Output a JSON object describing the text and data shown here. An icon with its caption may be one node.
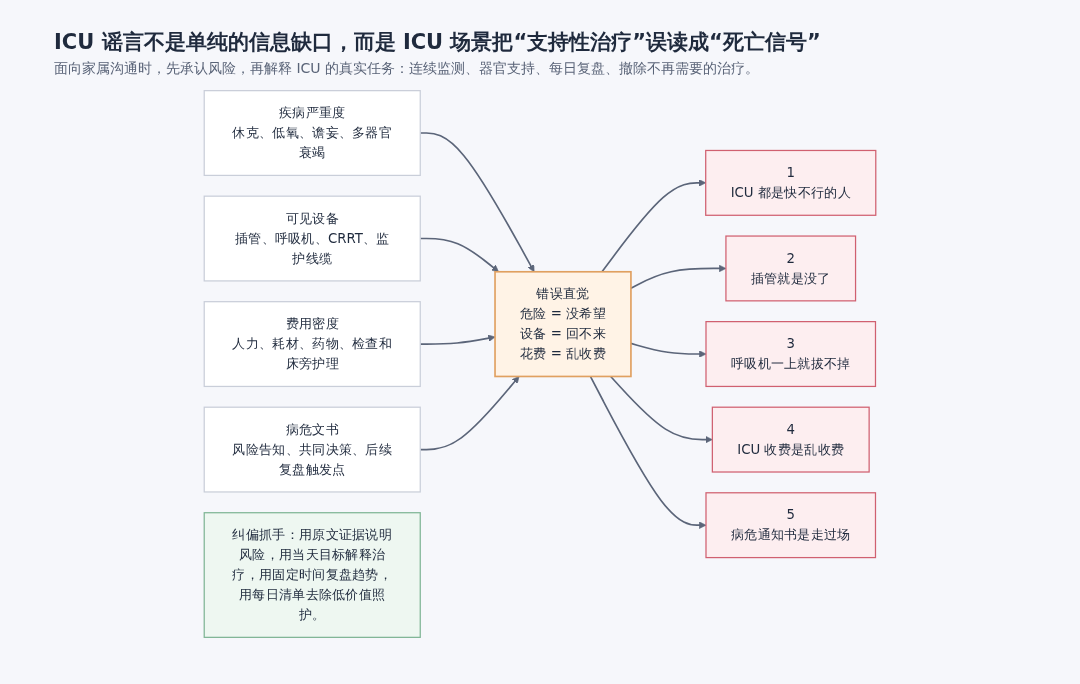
{
  "diagram": {
    "title": "ICU 谣言不是单纯的信息缺口，而是 ICU 场景把“支持性治疗”误读成“死亡信号”",
    "nodes": [
      {
        "text": [
          "疾病严重度",
          "休克、低氧、谵妄、多器官衰竭"
        ]
      },
      {
        "text": [
          "可见设备",
          "插管、呼吸机、CRRT、监护线缆"
        ]
      },
      {
        "text": [
          "费用密度",
          "人力、耗材、药物、检查和床旁护理"
        ]
      },
      {
        "text": [
          "病危文书",
          "风险告知、共同决策、后续复盘触发点"
        ]
      },
      {
        "text": [
          "错误直觉",
          "危险 = 没希望",
          "设备 = 回不来",
          "花费 = 乱收费"
        ]
      },
      {
        "text": [
          "1",
          "ICU 都是快不行的人"
        ]
      },
      {
        "text": [
          "2",
          "插管就是没了"
        ]
      },
      {
        "text": [
          "3",
          "呼吸机一上就拔不掉"
        ]
      },
      {
        "text": [
          "4",
          "ICU 收费是乱收费"
        ]
      },
      {
        "text": [
          "5",
          "病危通知书是走过场"
        ]
      },
      {
        "text": [
          "纠偏抓手：用原文证据说明风险，用当天目标解释治疗，用固定时间复盘趋势，用每日清单去除低价值照护。"
        ]
      }
    ],
    "edges": [
      {
        "from": 0,
        "to": 4,
        "arrow": "to"
      },
      {
        "from": 1,
        "to": 4,
        "arrow": "to"
      },
      {
        "from": 2,
        "to": 4,
        "arrow": "to"
      },
      {
        "from": 3,
        "to": 4,
        "arrow": "to"
      },
      {
        "from": 4,
        "to": 5,
        "arrow": "to"
      },
      {
        "from": 4,
        "to": 6,
        "arrow": "to"
      },
      {
        "from": 4,
        "to": 7,
        "arrow": "to"
      },
      {
        "from": 4,
        "to": 8,
        "arrow": "to"
      },
      {
        "from": 4,
        "to": 9,
        "arrow": "to"
      }
    ],
    "labels": [
      "面向家属沟通时，先承认风险，再解释 ICU 的真实任务：连续监测、器官支持、每日复盘、撤除不再需要的治疗。"
    ]
  }
}
